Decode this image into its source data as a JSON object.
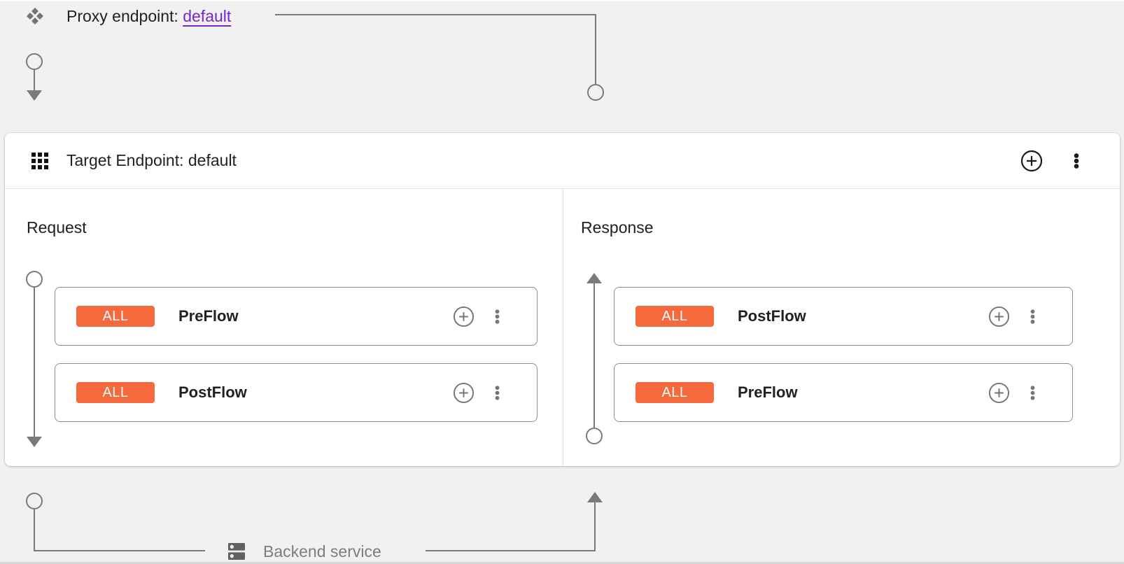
{
  "colors": {
    "background": "#f1f1f1",
    "card": "#ffffff",
    "connector": "#7a7a7a",
    "badge": "#f5693d",
    "link": "#7627c9",
    "text": "#202124",
    "muted": "#7d7d7d",
    "row-border": "#8d8d8d",
    "divider": "#e3e3e3"
  },
  "proxy_endpoint": {
    "label": "Proxy endpoint:",
    "link": "default"
  },
  "target_endpoint": {
    "title": "Target Endpoint: default",
    "request": {
      "label": "Request",
      "flows": [
        {
          "badge": "ALL",
          "name": "PreFlow"
        },
        {
          "badge": "ALL",
          "name": "PostFlow"
        }
      ]
    },
    "response": {
      "label": "Response",
      "flows": [
        {
          "badge": "ALL",
          "name": "PostFlow"
        },
        {
          "badge": "ALL",
          "name": "PreFlow"
        }
      ]
    }
  },
  "backend": {
    "label": "Backend service"
  },
  "icons": {
    "proxy-endpoint-icon": "four-diamonds routing glyph",
    "grid-icon": "3x3 grid of squares",
    "add-circle-icon": "plus inside circle",
    "more-vert-icon": "vertical three dots",
    "backend-service-icon": "dns / stacked servers"
  }
}
